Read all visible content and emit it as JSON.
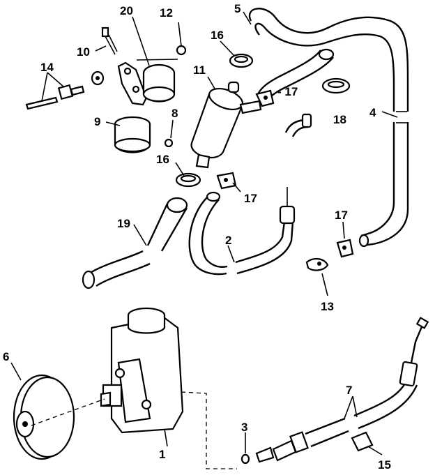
{
  "diagram": {
    "callouts": [
      {
        "id": "c1",
        "label": "1"
      },
      {
        "id": "c2",
        "label": "2"
      },
      {
        "id": "c3",
        "label": "3"
      },
      {
        "id": "c4",
        "label": "4"
      },
      {
        "id": "c5",
        "label": "5"
      },
      {
        "id": "c6",
        "label": "6"
      },
      {
        "id": "c7",
        "label": "7"
      },
      {
        "id": "c8",
        "label": "8"
      },
      {
        "id": "c9",
        "label": "9"
      },
      {
        "id": "c10",
        "label": "10"
      },
      {
        "id": "c11",
        "label": "11"
      },
      {
        "id": "c12",
        "label": "12"
      },
      {
        "id": "c13",
        "label": "13"
      },
      {
        "id": "c14",
        "label": "14"
      },
      {
        "id": "c15",
        "label": "15"
      },
      {
        "id": "c16a",
        "label": "16"
      },
      {
        "id": "c16b",
        "label": "16"
      },
      {
        "id": "c17a",
        "label": "- 17"
      },
      {
        "id": "c17b",
        "label": "17"
      },
      {
        "id": "c17c",
        "label": "17"
      },
      {
        "id": "c18",
        "label": "18"
      },
      {
        "id": "c19",
        "label": "19"
      },
      {
        "id": "c20",
        "label": "20"
      }
    ]
  }
}
